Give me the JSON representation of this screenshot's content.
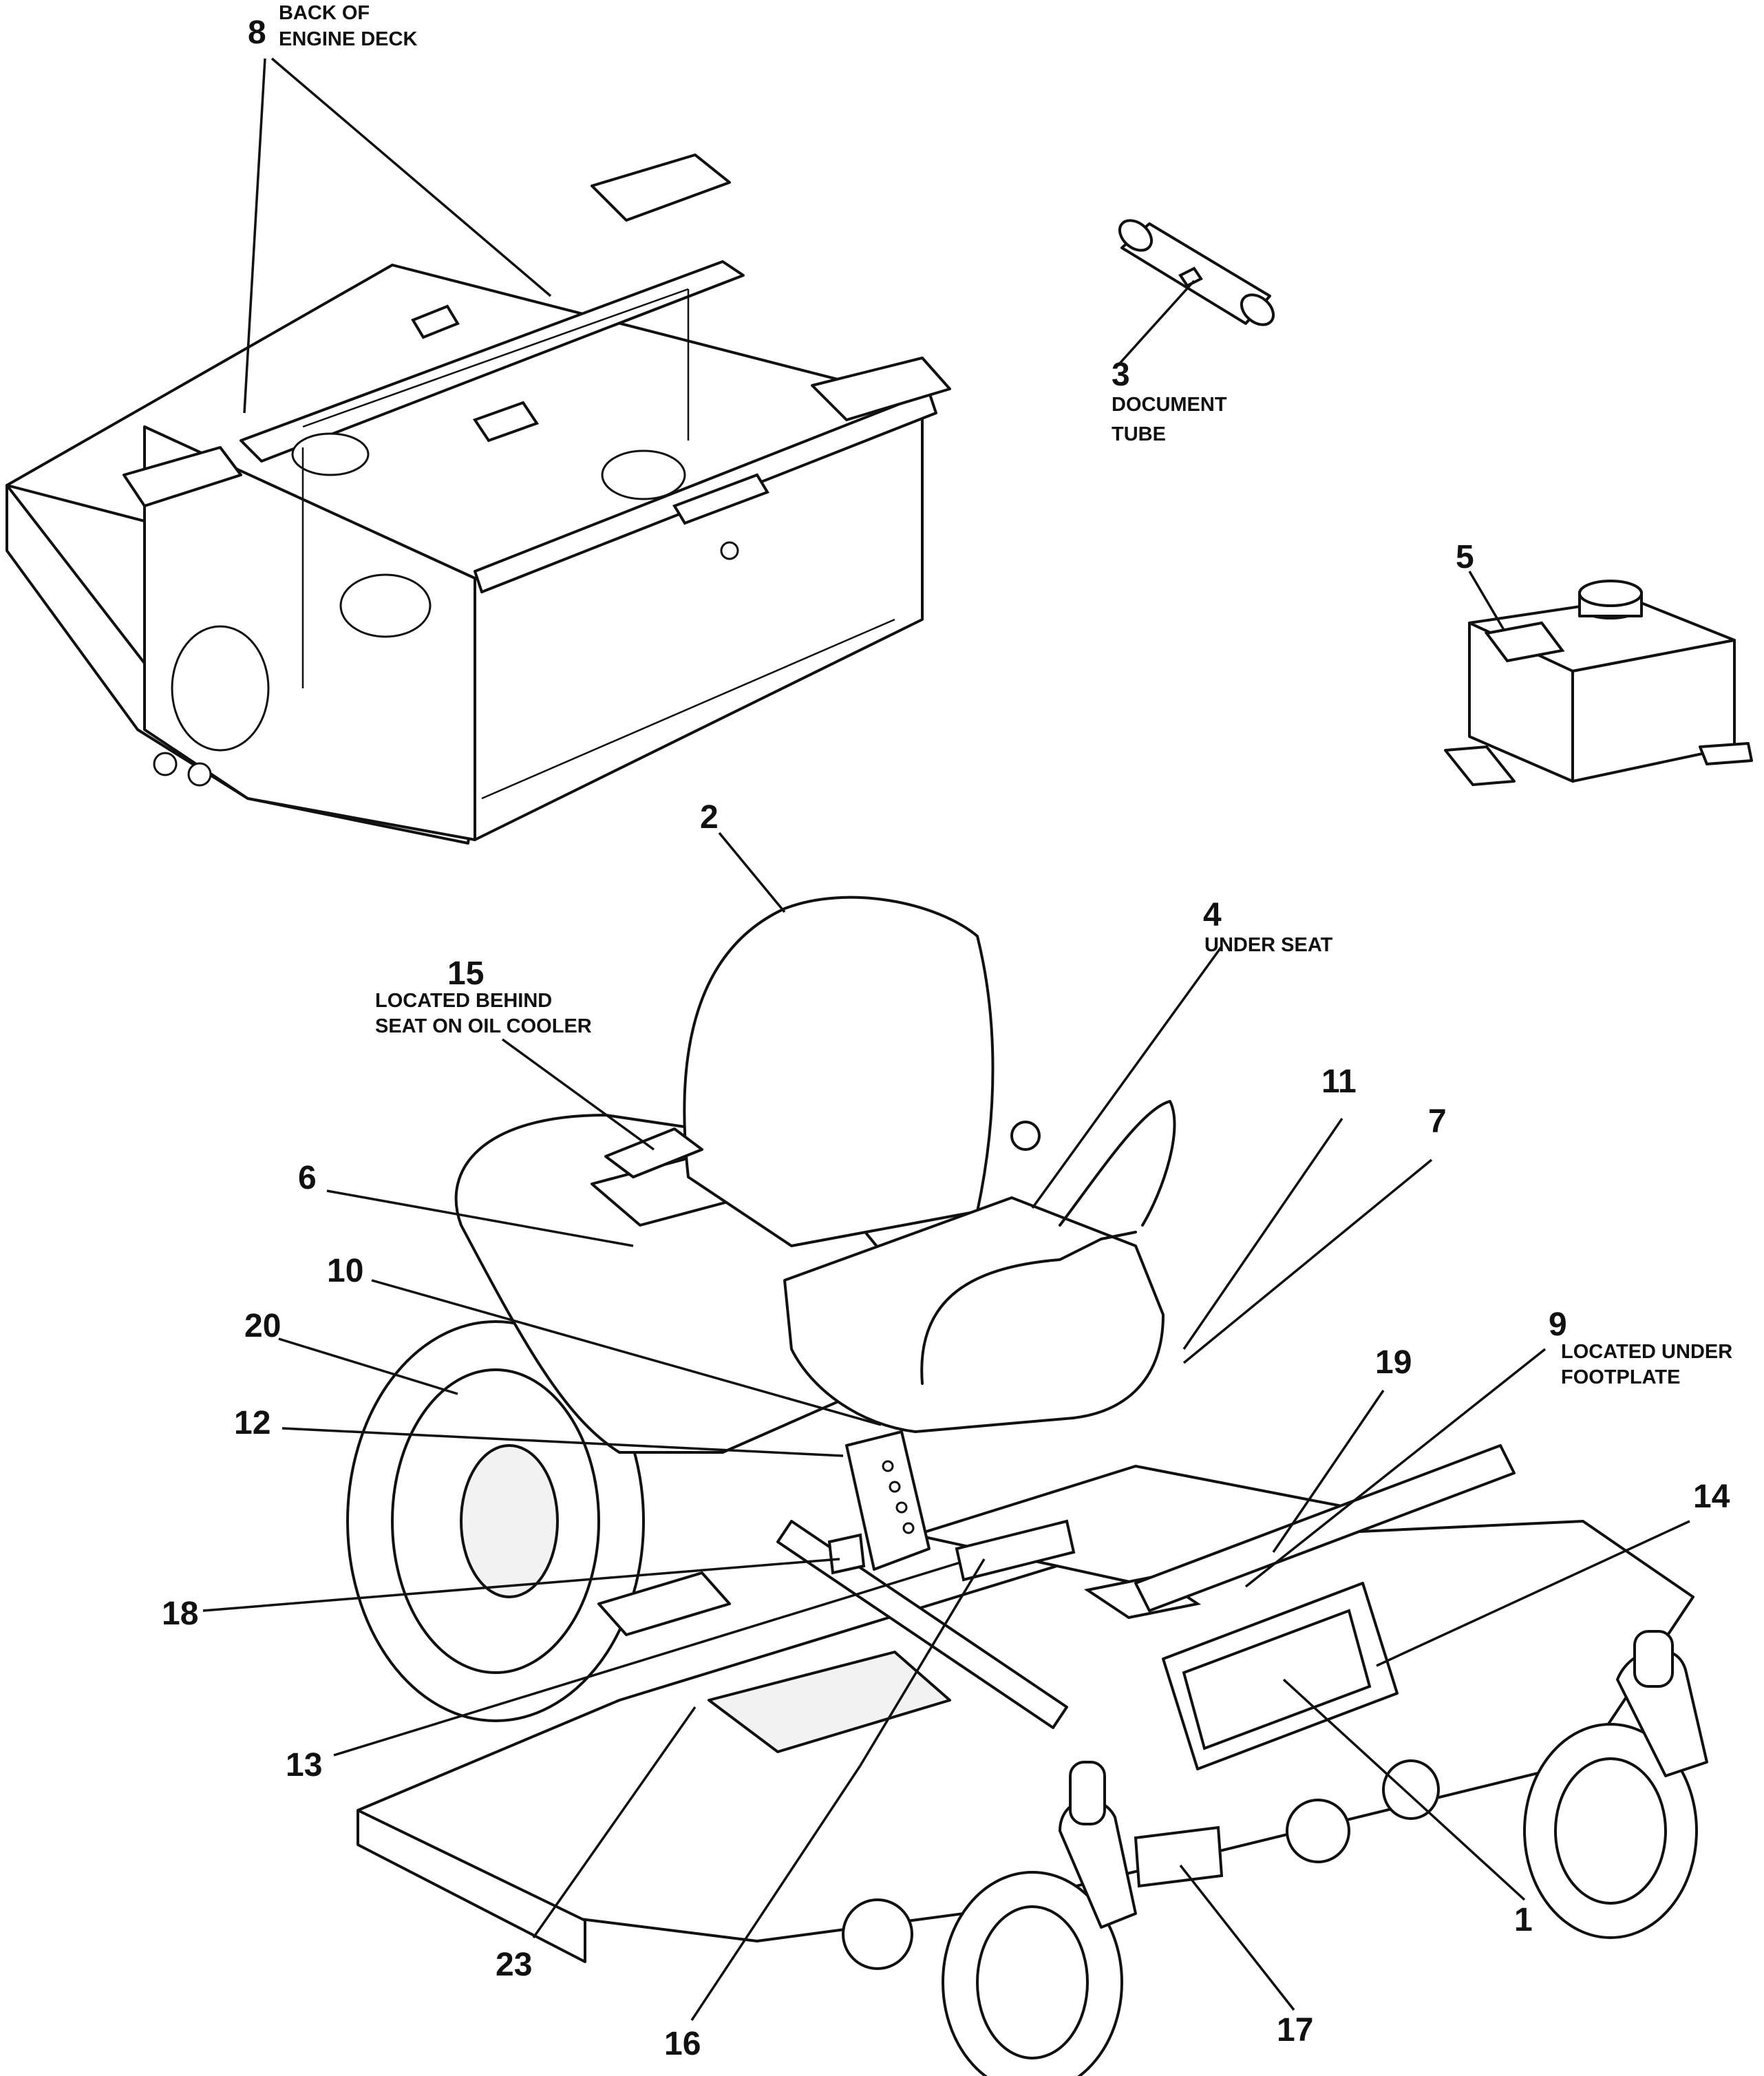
{
  "callouts": {
    "c1": "1",
    "c2": "2",
    "c3": "3",
    "c4": "4",
    "c5": "5",
    "c6": "6",
    "c7": "7",
    "c8": "8",
    "c9": "9",
    "c10": "10",
    "c11": "11",
    "c12": "12",
    "c13": "13",
    "c14": "14",
    "c15": "15",
    "c16": "16",
    "c17": "17",
    "c18": "18",
    "c19": "19",
    "c20": "20",
    "c23": "23"
  },
  "notes": {
    "n8_line1": "BACK OF",
    "n8_line2": "ENGINE DECK",
    "n3_line1": "DOCUMENT",
    "n3_line2": "TUBE",
    "n4": "UNDER SEAT",
    "n15_line1": "LOCATED BEHIND",
    "n15_line2": "SEAT ON OIL COOLER",
    "n9_line1": "LOCATED UNDER",
    "n9_line2": "FOOTPLATE"
  }
}
